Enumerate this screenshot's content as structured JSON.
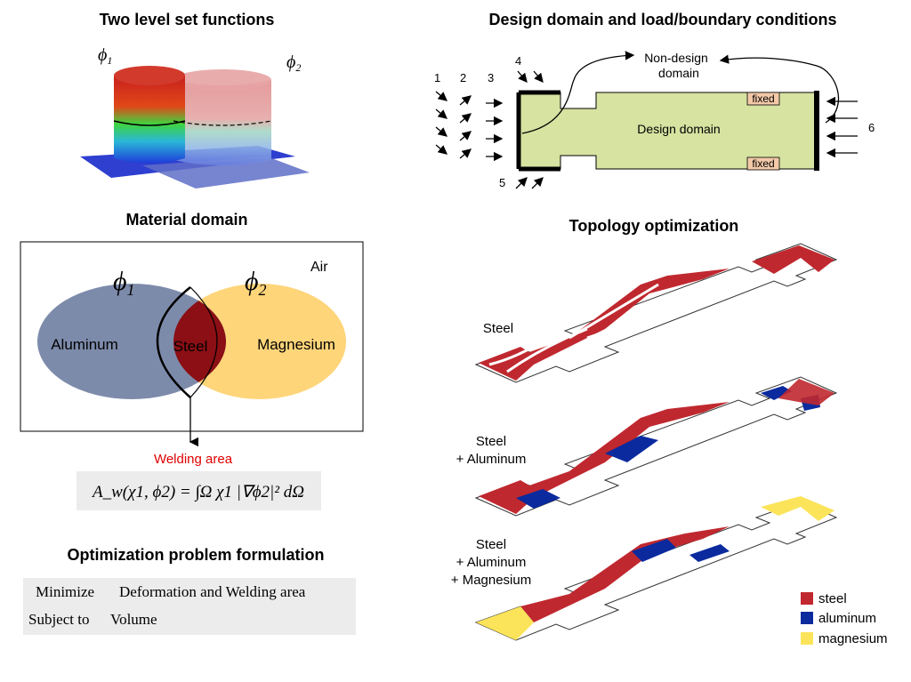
{
  "titles": {
    "level_set": "Two level set functions",
    "design_domain": "Design domain and load/boundary conditions",
    "material_domain": "Material domain",
    "optimization": "Optimization problem formulation",
    "topology": "Topology optimization"
  },
  "level_set": {
    "phi1": "ϕ",
    "phi1_sub": "1",
    "phi2": "ϕ",
    "phi2_sub": "2"
  },
  "design_domain": {
    "load_numbers": [
      "1",
      "2",
      "3",
      "4",
      "5",
      "6"
    ],
    "non_design": [
      "Non-design",
      "domain"
    ],
    "design_label": "Design domain",
    "fixed": "fixed"
  },
  "material_domain": {
    "air": "Air",
    "aluminum": "Aluminum",
    "steel": "Steel",
    "magnesium": "Magnesium",
    "welding_label": "Welding area",
    "formula": "A_w(χ1, ϕ2) = ∫Ω χ1 |∇ϕ2|² dΩ"
  },
  "formulation": {
    "rows": [
      {
        "key": "Minimize",
        "value": "Deformation and Welding area"
      },
      {
        "key": "Subject to",
        "value": "Volume"
      }
    ]
  },
  "topology": {
    "cases": [
      [
        "Steel"
      ],
      [
        "Steel",
        "+ Aluminum"
      ],
      [
        "Steel",
        "+ Aluminum",
        "+ Magnesium"
      ]
    ],
    "legend": [
      {
        "label": "steel",
        "color": "#c0282f"
      },
      {
        "label": "aluminum",
        "color": "#0a2a9e"
      },
      {
        "label": "magnesium",
        "color": "#fbe45a"
      }
    ]
  },
  "colors": {
    "steel": "#c0282f",
    "aluminum": "#0a2a9e",
    "magnesium": "#fbe45a",
    "mat_aluminum": "#7d8bab",
    "mat_steel": "#8b0f14",
    "mat_magnesium": "#ffd57a",
    "design_fill": "#d6e3a1",
    "fixed_fill": "#f3c9a8",
    "welding_red": "#e00000"
  }
}
